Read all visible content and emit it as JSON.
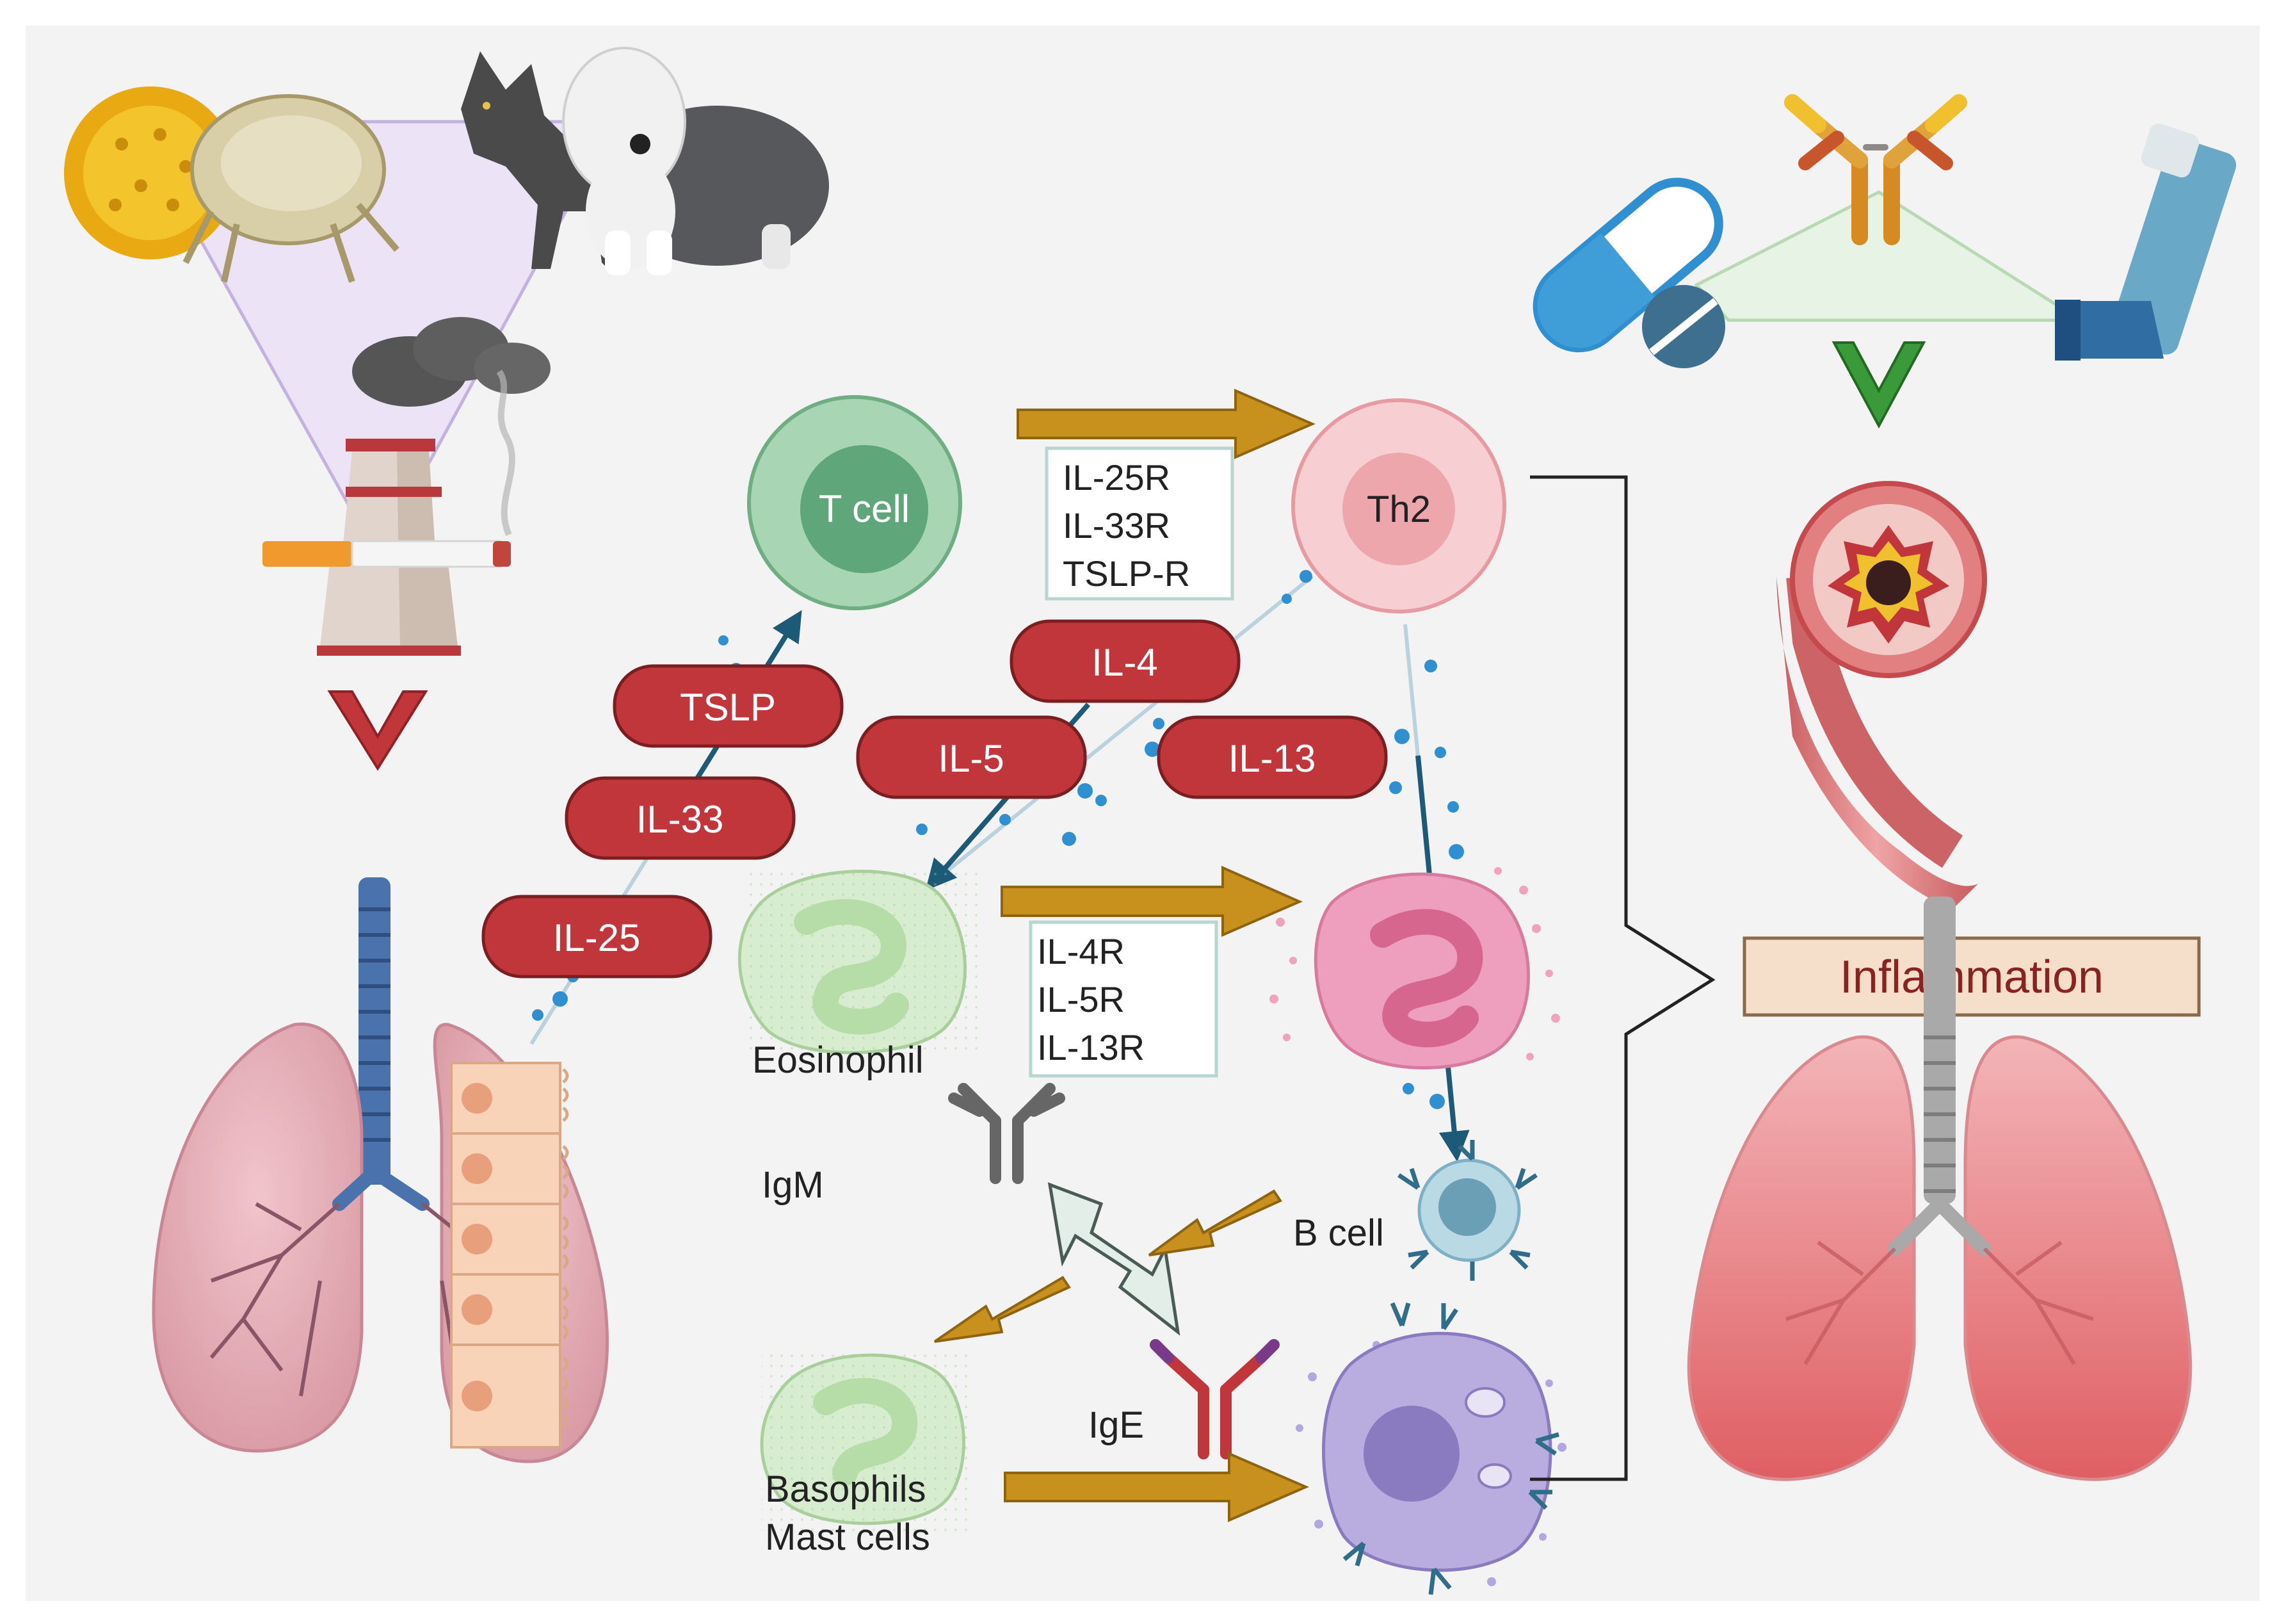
{
  "colors": {
    "background": "#f3f3f3",
    "cytokine_pill": "#c1363b",
    "arrow_gold": "#c8901d",
    "arrow_teal": "#1d5a78",
    "tcell_green": "#8fc7a1",
    "th2_pink": "#f2b8bd",
    "eosinophil": "#d6e9cf",
    "activated_eos": "#e98aa8",
    "bcell_blue": "#9cc7d6",
    "mast_cell_purple": "#a99bd5",
    "inflammation_box": "#f5dfca",
    "inflammation_text": "#8a2222",
    "lung_pink": "#e3a1ab",
    "lung_red": "#e06a6c",
    "down_arrow_red": "#c1363b",
    "down_arrow_green": "#3a9a3a"
  },
  "cells": {
    "t_cell": "T cell",
    "th2": "Th2",
    "eosinophil": "Eosinophil",
    "igm": "IgM",
    "b_cell": "B cell",
    "ige": "IgE",
    "basophils": "Basophils",
    "mast_cells": "Mast cells"
  },
  "cytokines": {
    "tslp": "TSLP",
    "il33": "IL-33",
    "il25": "IL-25",
    "il4": "IL-4",
    "il5": "IL-5",
    "il13": "IL-13"
  },
  "receptor_box_1": [
    "IL-25R",
    "IL-33R",
    "TSLP-R"
  ],
  "receptor_box_2": [
    "IL-4R",
    "IL-5R",
    "IL-13R"
  ],
  "outcome": "Inflammation",
  "icons": {
    "triggers": [
      "pollen-icon",
      "dust-mite-icon",
      "cat-icon",
      "dog-icon",
      "factory-smoke-icon",
      "cigarette-icon"
    ],
    "treatments": [
      "capsule-icon",
      "tablet-icon",
      "antibody-icon",
      "inhaler-icon"
    ]
  }
}
